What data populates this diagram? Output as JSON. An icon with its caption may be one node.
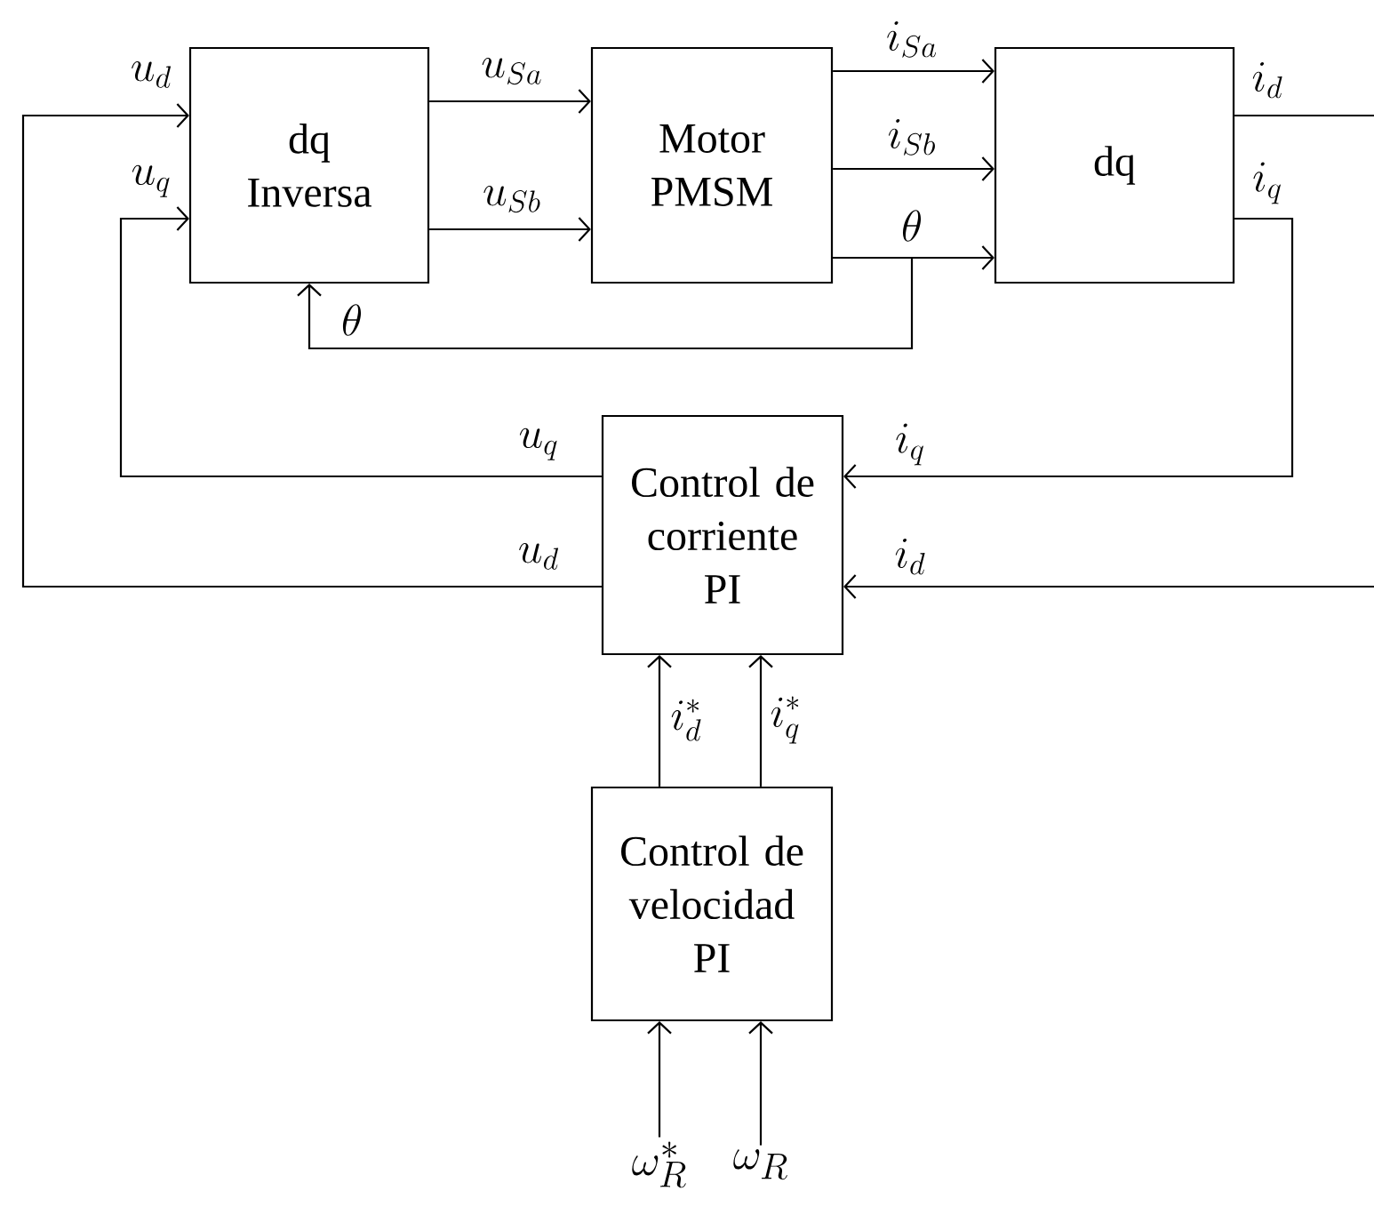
{
  "diagram": {
    "nodes": [
      {
        "text": [
          "dq Inversa"
        ]
      },
      {
        "text": [
          "Motor PMSM"
        ]
      },
      {
        "text": [
          "dq"
        ]
      },
      {
        "text": [
          "Control de corriente PI"
        ]
      },
      {
        "text": [
          "Control de velocidad PI"
        ]
      },
      {
        "text": [
          "\\omega_R^*"
        ]
      },
      {
        "text": [
          "\\omega_R"
        ]
      }
    ],
    "edges": [
      {
        "from": 0,
        "to": 1,
        "arrow": "to",
        "label": "u_{Sa}"
      },
      {
        "from": 0,
        "to": 1,
        "arrow": "to",
        "label": "u_{Sb}"
      },
      {
        "from": 1,
        "to": 2,
        "arrow": "to",
        "label": "i_{Sa}"
      },
      {
        "from": 1,
        "to": 2,
        "arrow": "to",
        "label": "i_{Sb}"
      },
      {
        "from": 1,
        "to": 2,
        "arrow": "to",
        "label": "\\theta"
      },
      {
        "from": 1,
        "to": 0,
        "arrow": "to",
        "label": "\\theta"
      },
      {
        "from": 2,
        "to": 3,
        "arrow": "to",
        "label": "i_q"
      },
      {
        "from": 2,
        "to": null,
        "arrow": "none",
        "label": "i_d"
      },
      {
        "from": null,
        "to": 3,
        "arrow": "to",
        "label": "i_d"
      },
      {
        "from": 3,
        "to": 0,
        "arrow": "to",
        "label": "u_q"
      },
      {
        "from": 3,
        "to": 0,
        "arrow": "to",
        "label": "u_d"
      },
      {
        "from": 4,
        "to": 3,
        "arrow": "to",
        "label": "i_d^*"
      },
      {
        "from": 4,
        "to": 3,
        "arrow": "to",
        "label": "i_q^*"
      },
      {
        "from": 5,
        "to": 4,
        "arrow": "to"
      },
      {
        "from": 6,
        "to": 4,
        "arrow": "to"
      }
    ],
    "labels": [
      "u_d",
      "u_q",
      "i_q"
    ]
  }
}
